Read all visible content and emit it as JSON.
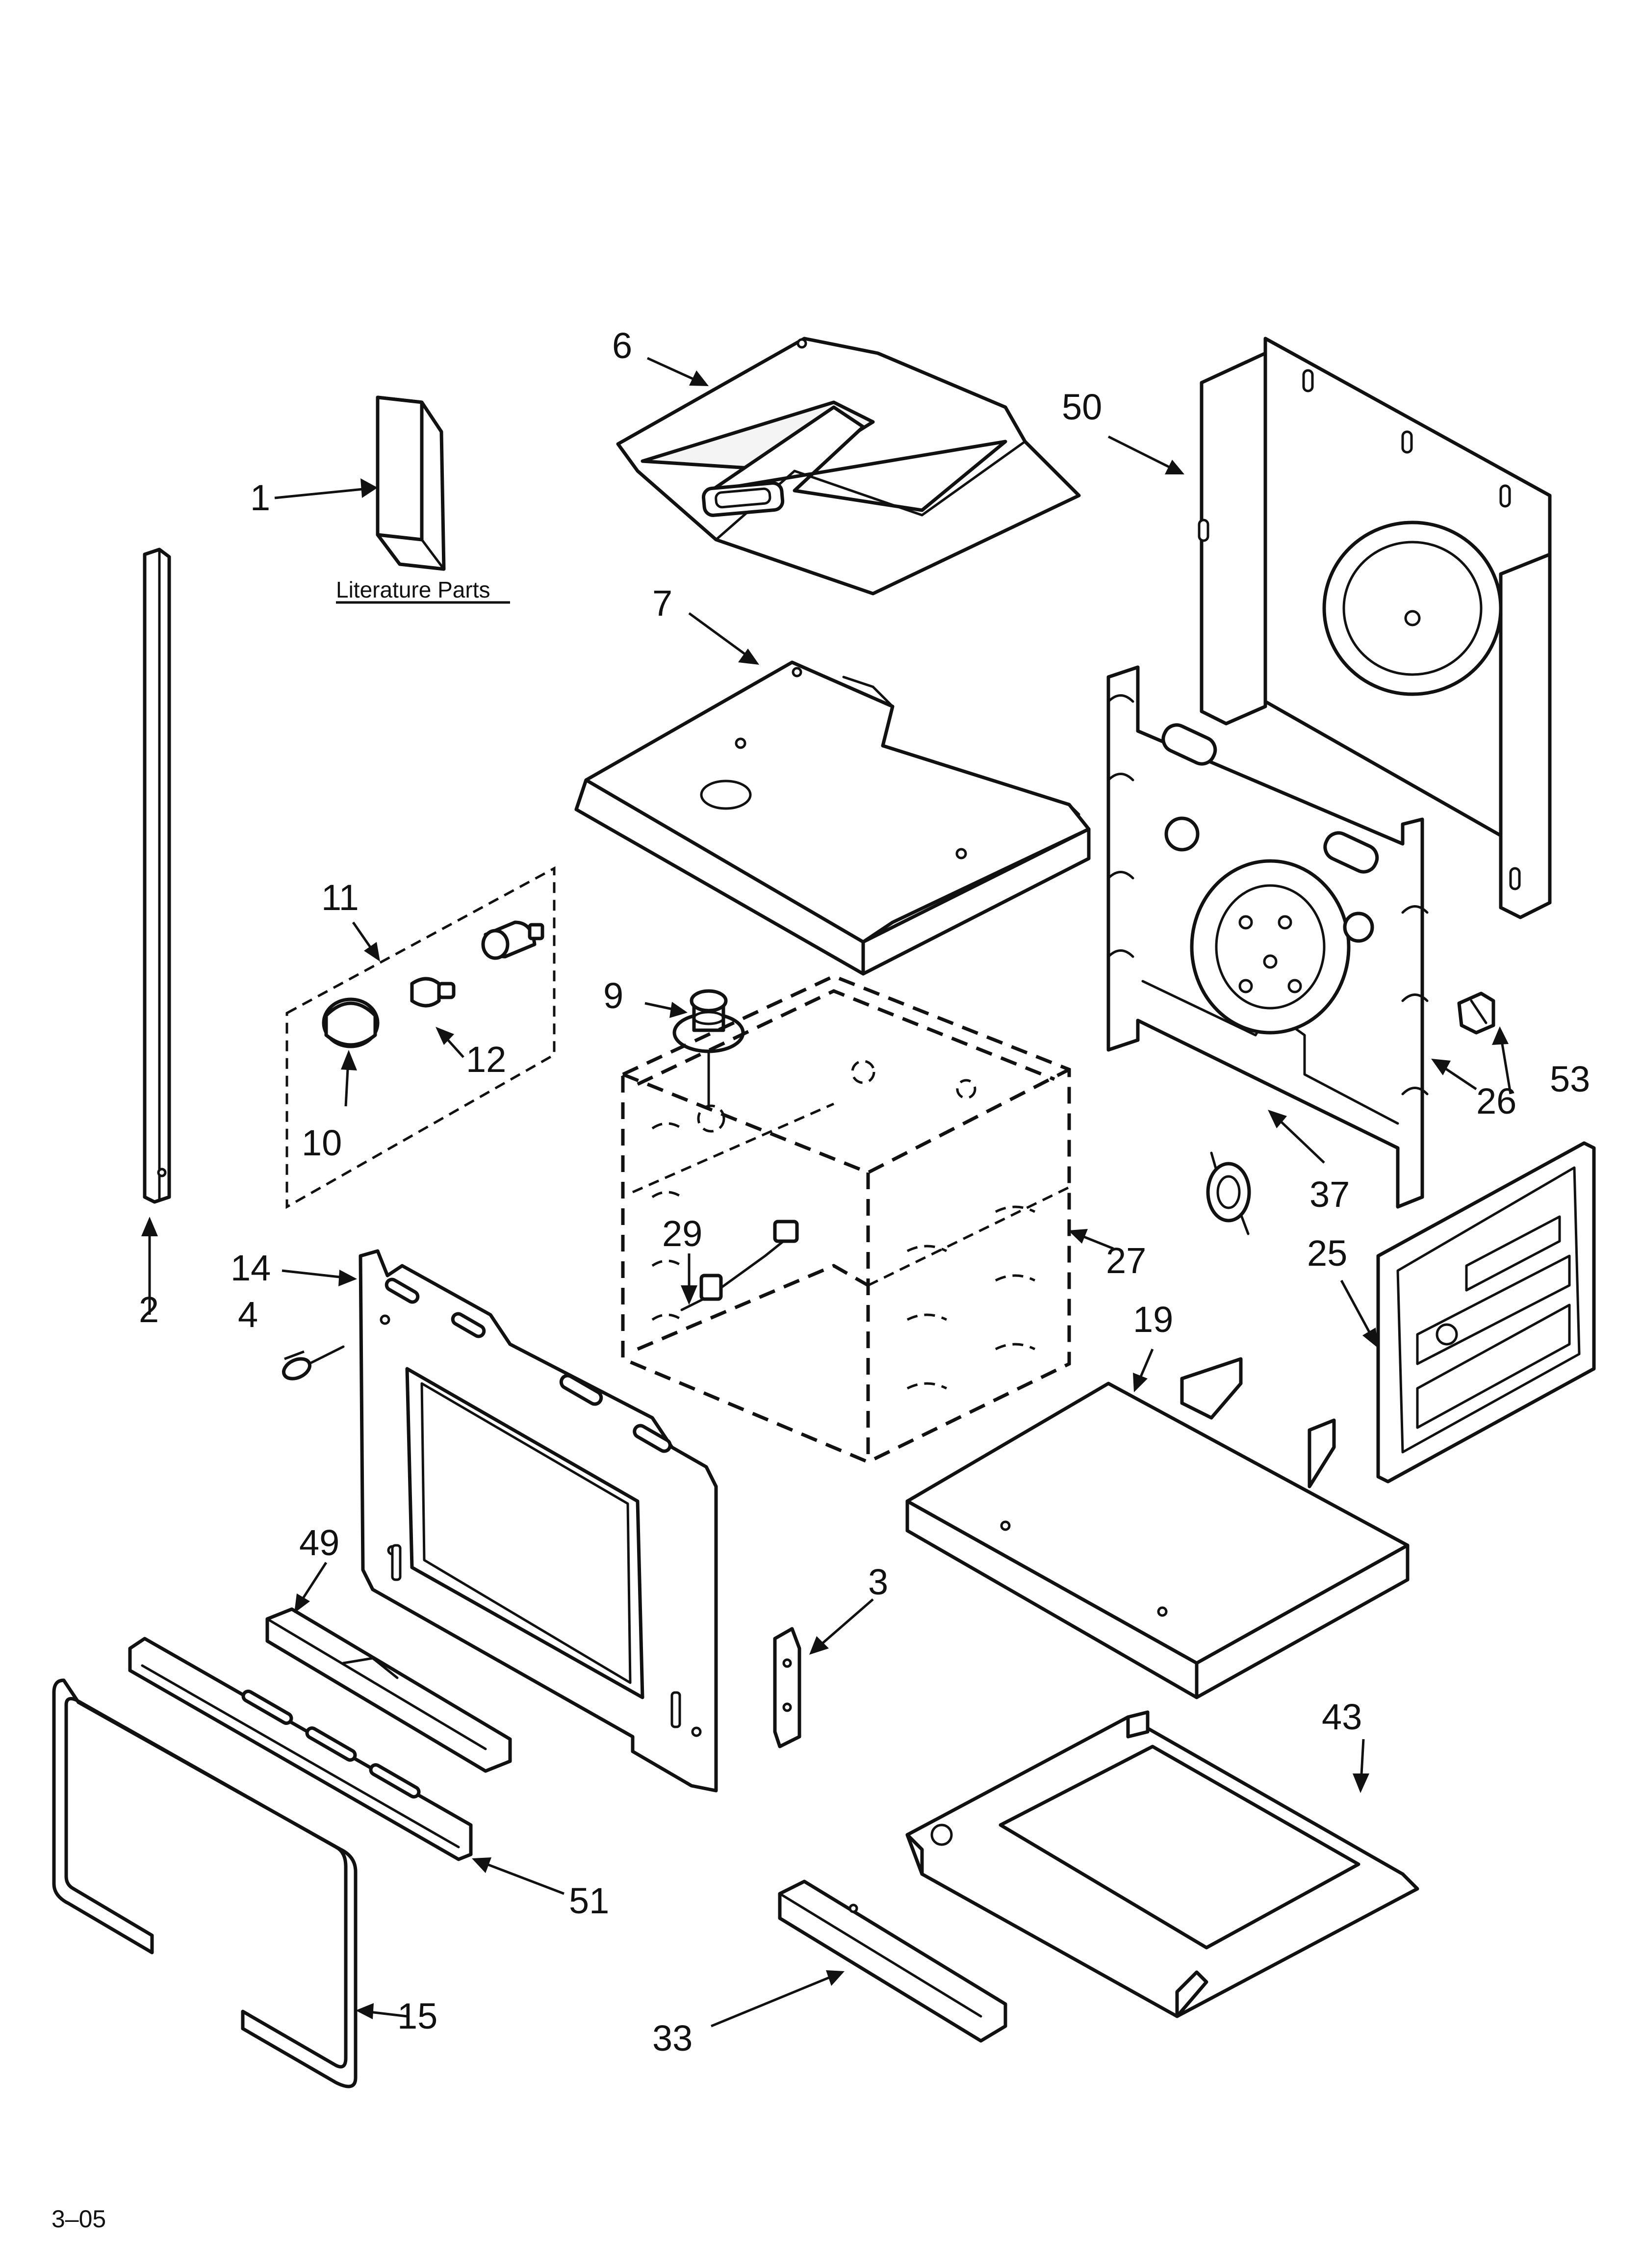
{
  "diagram": {
    "literature_label": "Literature Parts",
    "page_code": "3–05",
    "callouts": {
      "c1": "1",
      "c2": "2",
      "c3": "3",
      "c4": "4",
      "c6": "6",
      "c7": "7",
      "c9": "9",
      "c10": "10",
      "c11": "11",
      "c12": "12",
      "c14": "14",
      "c15": "15",
      "c19": "19",
      "c25": "25",
      "c26": "26",
      "c27": "27",
      "c29": "29",
      "c33": "33",
      "c37": "37",
      "c43": "43",
      "c49": "49",
      "c50": "50",
      "c51": "51",
      "c53": "53"
    }
  }
}
